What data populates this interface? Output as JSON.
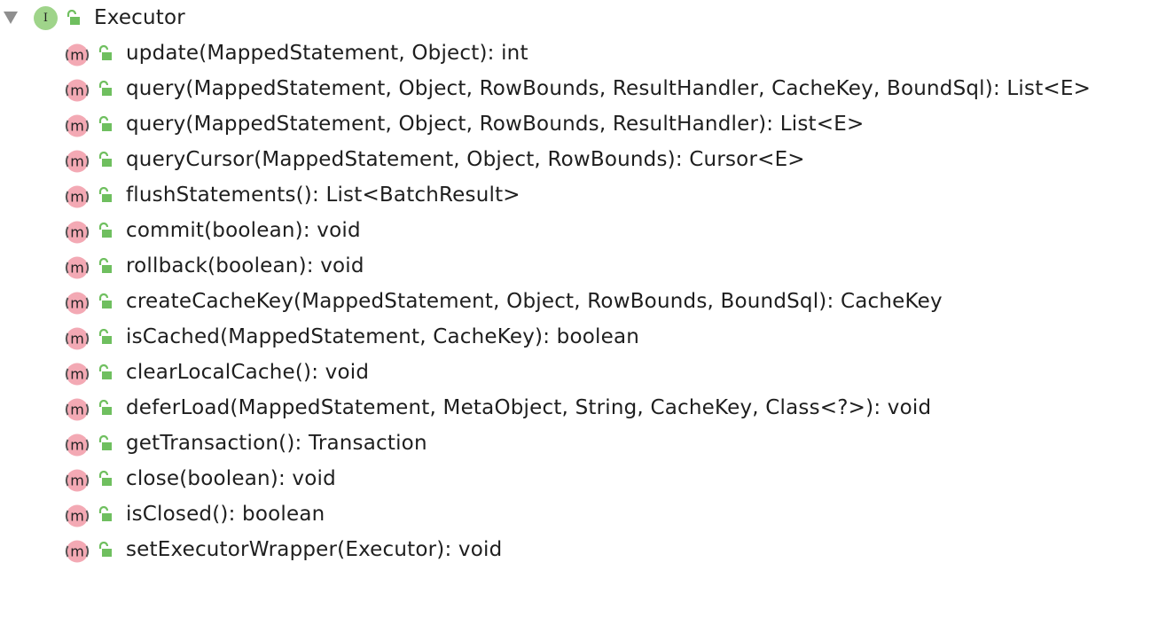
{
  "tree": {
    "root": {
      "label": "Executor",
      "icon": "interface-icon",
      "icon_letter": "I",
      "expanded": true
    },
    "methods": [
      {
        "label": "update(MappedStatement, Object): int"
      },
      {
        "label": "query(MappedStatement, Object, RowBounds, ResultHandler, CacheKey, BoundSql): List<E>"
      },
      {
        "label": "query(MappedStatement, Object, RowBounds, ResultHandler): List<E>"
      },
      {
        "label": "queryCursor(MappedStatement, Object, RowBounds): Cursor<E>"
      },
      {
        "label": "flushStatements(): List<BatchResult>"
      },
      {
        "label": "commit(boolean): void"
      },
      {
        "label": "rollback(boolean): void"
      },
      {
        "label": "createCacheKey(MappedStatement, Object, RowBounds, BoundSql): CacheKey"
      },
      {
        "label": "isCached(MappedStatement, CacheKey): boolean"
      },
      {
        "label": "clearLocalCache(): void"
      },
      {
        "label": "deferLoad(MappedStatement, MetaObject, String, CacheKey, Class<?>): void"
      },
      {
        "label": "getTransaction(): Transaction"
      },
      {
        "label": "close(boolean): void"
      },
      {
        "label": "isClosed(): boolean"
      },
      {
        "label": "setExecutorWrapper(Executor): void"
      }
    ]
  },
  "icons": {
    "method_letter": "m",
    "method_icon": "method-icon",
    "visibility_icon": "public-lock-icon"
  },
  "colors": {
    "text": "#1e1e1e",
    "interface_badge": "#9fd48a",
    "method_badge": "#f3a9b4",
    "lock": "#6fbf5f",
    "toggle": "#8f8f8f"
  }
}
